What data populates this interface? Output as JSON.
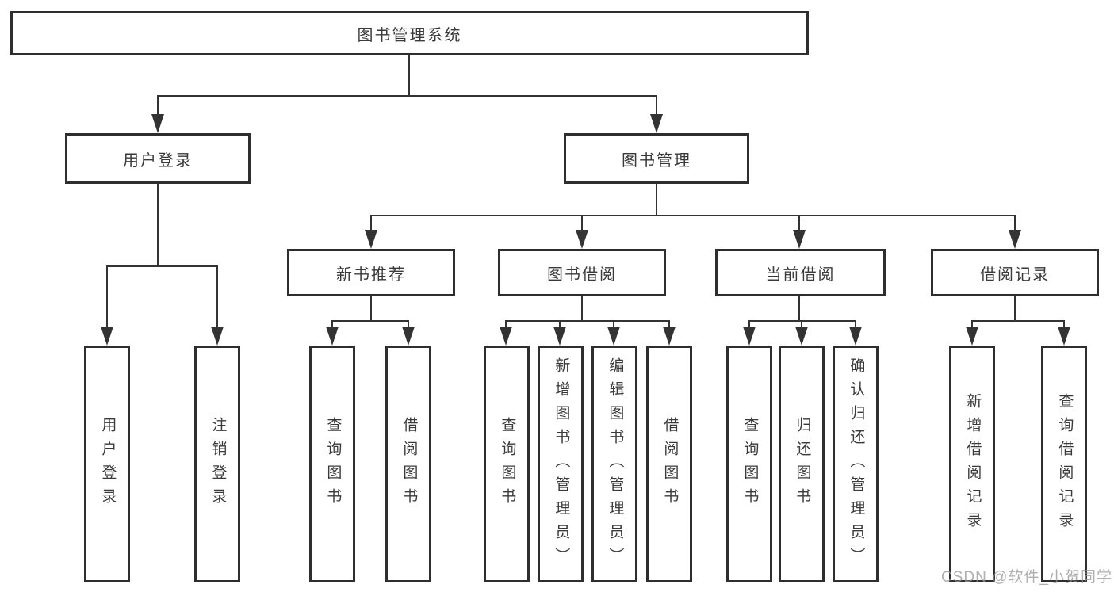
{
  "diagram_type": "hierarchy-tree",
  "tree": {
    "label": "图书管理系统",
    "children": [
      {
        "label": "用户登录",
        "children": [
          {
            "label": "用户登录"
          },
          {
            "label": "注销登录"
          }
        ]
      },
      {
        "label": "图书管理",
        "children": [
          {
            "label": "新书推荐",
            "children": [
              {
                "label": "查询图书"
              },
              {
                "label": "借阅图书"
              }
            ]
          },
          {
            "label": "图书借阅",
            "children": [
              {
                "label": "查询图书"
              },
              {
                "label": "新增图书（管理员）"
              },
              {
                "label": "编辑图书（管理员）"
              },
              {
                "label": "借阅图书"
              }
            ]
          },
          {
            "label": "当前借阅",
            "children": [
              {
                "label": "查询图书"
              },
              {
                "label": "归还图书"
              },
              {
                "label": "确认归还（管理员）"
              }
            ]
          },
          {
            "label": "借阅记录",
            "children": [
              {
                "label": "新增借阅记录"
              },
              {
                "label": "查询借阅记录"
              }
            ]
          }
        ]
      }
    ]
  },
  "watermark": "CSDN @软件_小贺同学",
  "colors": {
    "box_border": "#2e2e2e",
    "text": "#3a3a3a",
    "line": "#333333",
    "background": "#ffffff",
    "watermark": "#949494"
  }
}
